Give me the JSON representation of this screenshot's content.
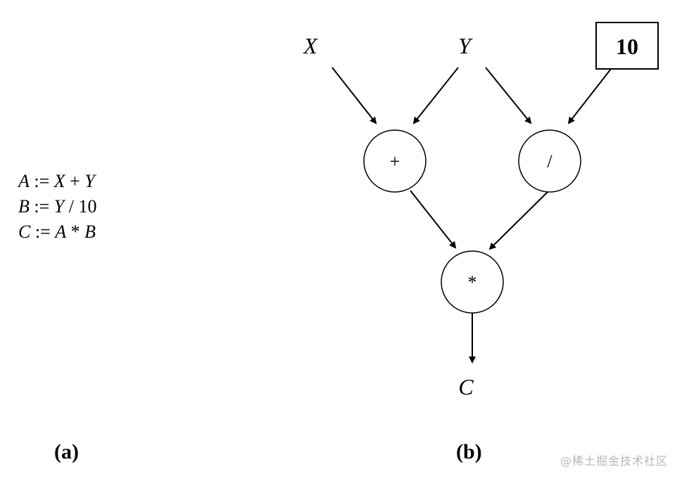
{
  "code": {
    "lines": [
      {
        "lhs": "A",
        "op": " := ",
        "a": "X",
        "mid": " + ",
        "b": "Y"
      },
      {
        "lhs": "B",
        "op": " := ",
        "a": "Y",
        "mid": " / ",
        "b": "10"
      },
      {
        "lhs": "C",
        "op": " := ",
        "a": "A",
        "mid": " * ",
        "b": "B"
      }
    ]
  },
  "graph": {
    "inputs": {
      "x": "X",
      "y": "Y"
    },
    "constant": "10",
    "nodes": {
      "plus": "+",
      "div": "/",
      "mul": "*"
    },
    "output": "C"
  },
  "captions": {
    "a": "(a)",
    "b": "(b)"
  },
  "watermark": "@稀土掘金技术社区"
}
